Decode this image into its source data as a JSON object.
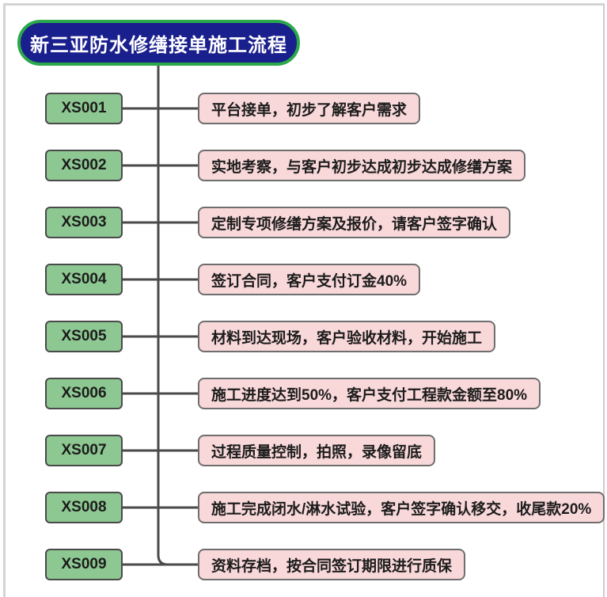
{
  "title": "新三亚防水修缮接单施工流程",
  "colors": {
    "title_bg": "#1a1f8e",
    "title_border": "#2ba84a",
    "code_node_bg": "#8dc791",
    "desc_node_bg": "#f9d8da",
    "node_border": "#4a4a4a",
    "connector_line": "#4a4a4a"
  },
  "steps": [
    {
      "code": "XS001",
      "label": "平台接单，初步了解客户需求"
    },
    {
      "code": "XS002",
      "label": "实地考察，与客户初步达成初步达成修缮方案"
    },
    {
      "code": "XS003",
      "label": "定制专项修缮方案及报价，请客户签字确认"
    },
    {
      "code": "XS004",
      "label": "签订合同，客户支付订金40%"
    },
    {
      "code": "XS005",
      "label": "材料到达现场，客户验收材料，开始施工"
    },
    {
      "code": "XS006",
      "label": "施工进度达到50%，客户支付工程款金额至80%"
    },
    {
      "code": "XS007",
      "label": "过程质量控制，拍照，录像留底"
    },
    {
      "code": "XS008",
      "label": "施工完成闭水/淋水试验，客户签字确认移交，收尾款20%"
    },
    {
      "code": "XS009",
      "label": "资料存档，按合同签订期限进行质保"
    }
  ]
}
